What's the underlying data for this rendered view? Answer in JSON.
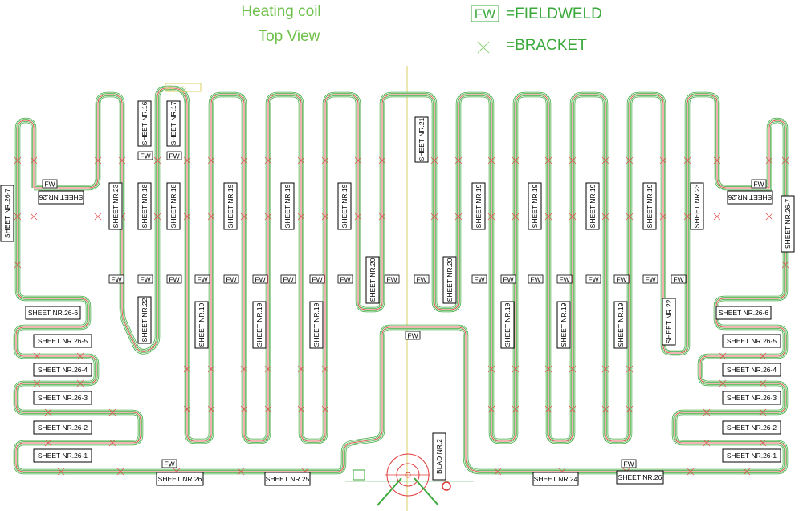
{
  "title_line1": "Heating coil",
  "title_line2": "Top View",
  "legend": {
    "fieldweld_symbol": "FW",
    "fieldweld_text": "=FIELDWELD",
    "bracket_text": "=BRACKET"
  },
  "colors": {
    "title": "#6fc04b",
    "pipe_outer": "#3aa83a",
    "pipe_inner": "#e03a3a",
    "centerline": "#d8d060",
    "bracket": "#6fc04b"
  },
  "fw_label": "FW",
  "sheets": {
    "s16": "SHEET NR.16",
    "s17": "SHEET NR.17",
    "s21": "SHEET NR.21",
    "s26_7_left": "SHEET NR.26-7",
    "s26_7_right": "SHEET NR.26-7",
    "s26_left": "SHEET NR.26",
    "s26_right": "SHEET NR.26",
    "s23_left": "SHEET NR.23",
    "s23_right": "SHEET NR.23",
    "s18a": "SHEET NR.18",
    "s18b": "SHEET NR.18",
    "s19_u1": "SHEET NR.19",
    "s19_u2": "SHEET NR.19",
    "s19_u3": "SHEET NR.19",
    "s19_u4": "SHEET NR.19",
    "s19_u5": "SHEET NR.19",
    "s19_u6": "SHEET NR.19",
    "s19_u7": "SHEET NR.19",
    "s20_left": "SHEET NR.20",
    "s20_right": "SHEET NR.20",
    "s22_left": "SHEET NR.22",
    "s22_right": "SHEET NR.22",
    "s19_l1": "SHEET NR.19",
    "s19_l2": "SHEET NR.19",
    "s19_l3": "SHEET NR.19",
    "s19_l4": "SHEET NR.19",
    "s19_l5": "SHEET NR.19",
    "s19_l6": "SHEET NR.19",
    "l26_6": "SHEET NR.26-6",
    "l26_5": "SHEET NR.26-5",
    "l26_4": "SHEET NR.26-4",
    "l26_3": "SHEET NR.26-3",
    "l26_2": "SHEET NR.26-2",
    "l26_1": "SHEET NR.26-1",
    "r26_6": "SHEET NR.26-6",
    "r26_5": "SHEET NR.26-5",
    "r26_4": "SHEET NR.26-4",
    "r26_3": "SHEET NR.26-3",
    "r26_2": "SHEET NR.26-2",
    "r26_1": "SHEET NR.26-1",
    "b26_left": "SHEET NR.26",
    "b25": "SHEET NR.25",
    "b24": "SHEET NR.24",
    "b26_right": "SHEET NR.26",
    "blad": "BLAD NR.2"
  }
}
